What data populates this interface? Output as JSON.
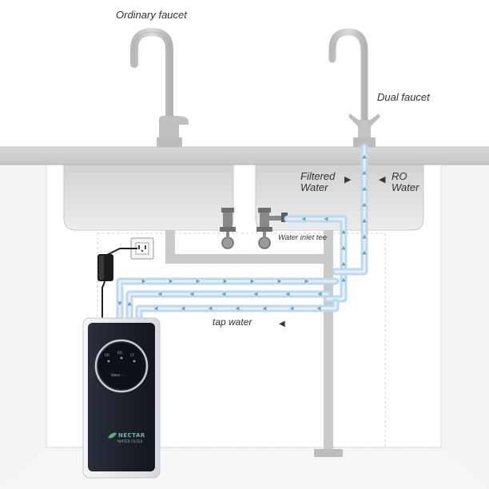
{
  "labels": {
    "ordinary_faucet": "Ordinary faucet",
    "dual_faucet": "Dual faucet",
    "filtered_water_line1": "Filtered",
    "filtered_water_line2": "Water",
    "ro_water_line1": "RO",
    "ro_water_line2": "Water",
    "water_inlet_tee": "Water inlet tee",
    "tap_water": "tap water"
  },
  "device": {
    "brand": "NECTAR",
    "subtitle": "WATER FILTER",
    "display_indicators": [
      "OR",
      "RO",
      "CF"
    ],
    "status_text": "Water  ·  ·"
  },
  "colors": {
    "sink": "#e4e4e4",
    "counter": "#cfcfcf",
    "pipe": "#c8c8c8",
    "flow_pipe": "#bcd8f0",
    "flow_arrow": "#6a9fc7",
    "device_body": "#1e2430",
    "device_frame": "#e9ecef"
  },
  "icons": [
    "faucet-icon",
    "dual-faucet-icon",
    "power-outlet-icon",
    "power-adapter-icon",
    "valve-icon",
    "flow-arrow-icon",
    "ro-filter-unit-icon"
  ]
}
